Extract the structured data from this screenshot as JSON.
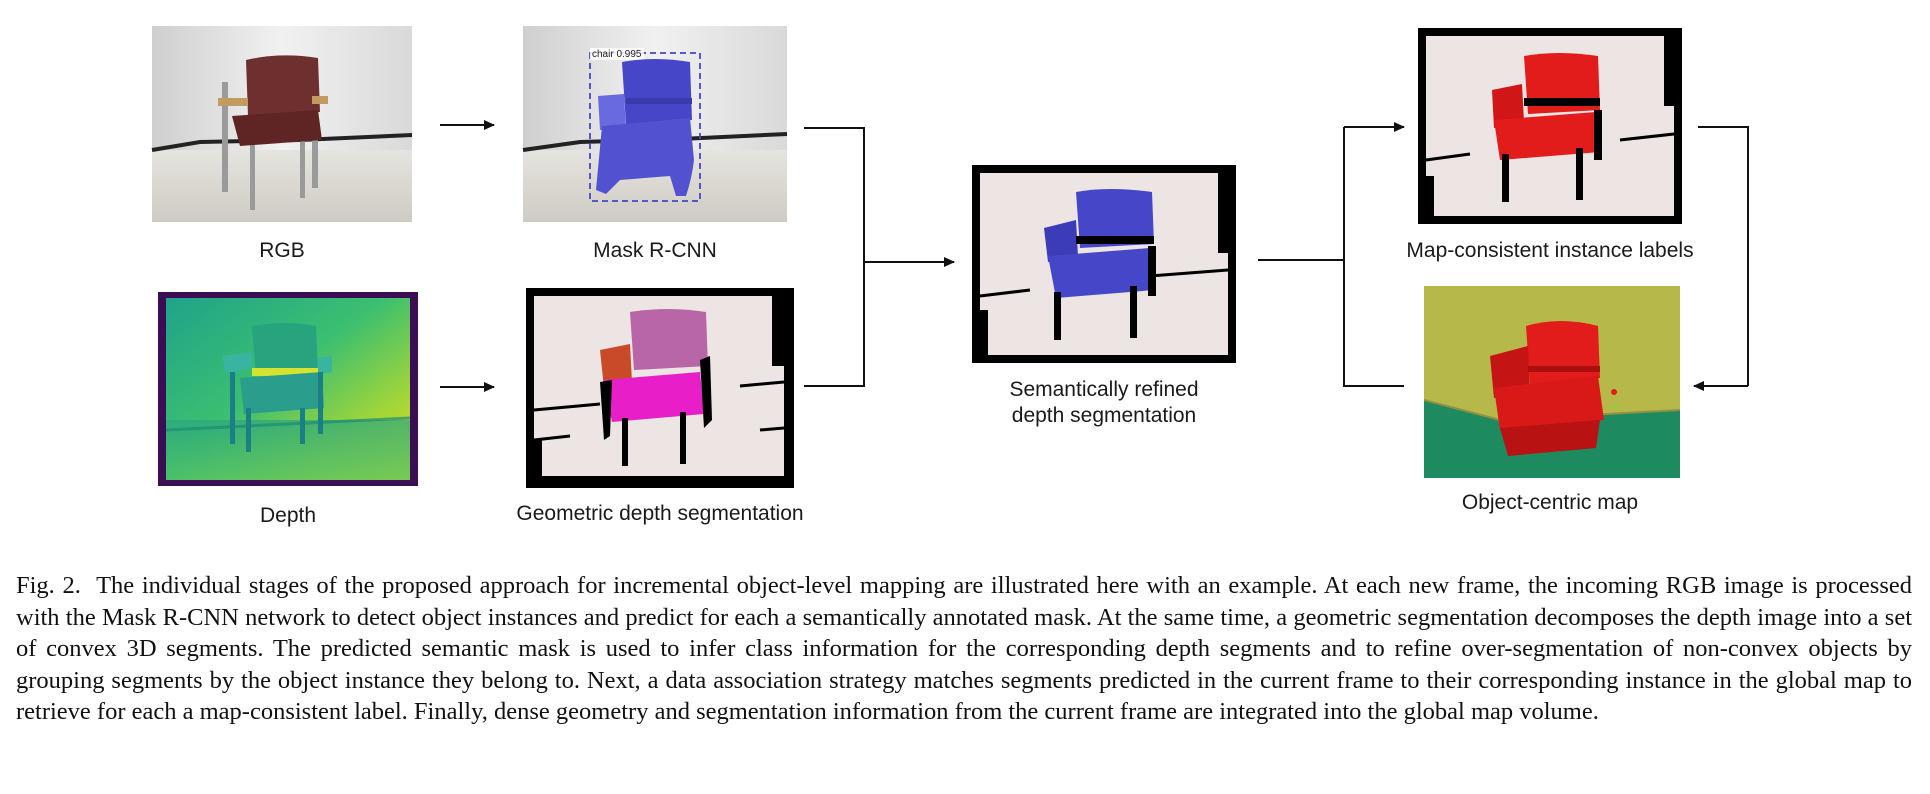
{
  "figure": {
    "labels": {
      "rgb": "RGB",
      "mask_rcnn": "Mask R-CNN",
      "depth": "Depth",
      "geometric": "Geometric depth segmentation",
      "refined_line1": "Semantically refined",
      "refined_line2": "depth segmentation",
      "map_consistent": "Map-consistent instance labels",
      "object_map": "Object-centric map"
    },
    "detection_tag": "chair 0.995",
    "colors": {
      "chair_rgb": "#6e2f2f",
      "mask_blue": "#4646c8",
      "seg_magenta": "#e81fc8",
      "seg_mauve": "#b866a8",
      "instance_red": "#e21b1b",
      "depth_frame": "#3a0d55",
      "map_floor": "#1e8a60",
      "map_wall": "#b6b84a",
      "seg_background": "#ede4e4"
    }
  },
  "caption": {
    "fig_no": "Fig. 2.",
    "text": "The individual stages of the proposed approach for incremental object-level mapping are illustrated here with an example. At each new frame, the incoming RGB image is processed with the Mask R-CNN network to detect object instances and predict for each a semantically annotated mask. At the same time, a geometric segmentation decomposes the depth image into a set of convex 3D segments. The predicted semantic mask is used to infer class information for the corresponding depth segments and to refine over-segmentation of non-convex objects by grouping segments by the object instance they belong to. Next, a data association strategy matches segments predicted in the current frame to their corresponding instance in the global map to retrieve for each a map-consistent label. Finally, dense geometry and segmentation information from the current frame are integrated into the global map volume."
  }
}
